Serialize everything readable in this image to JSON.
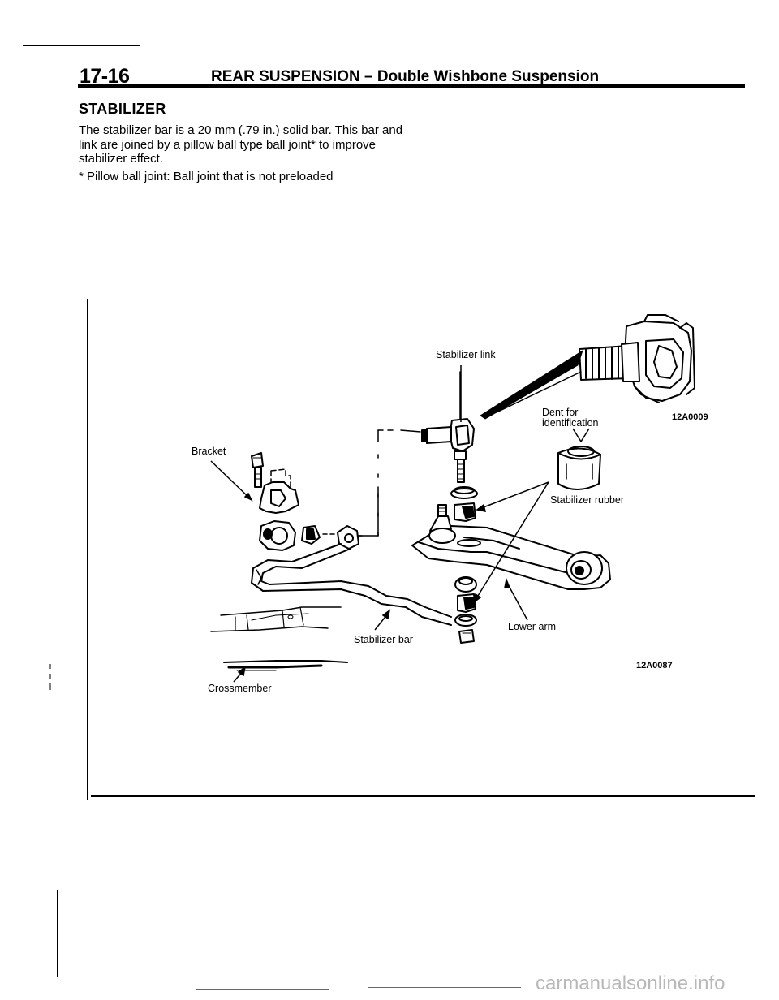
{
  "header": {
    "page_number": "17-16",
    "title": "REAR SUSPENSION – Double Wishbone Suspension"
  },
  "section": {
    "heading": "STABILIZER",
    "paragraph": "The stabilizer bar is a 20 mm (.79 in.) solid bar. This bar and link are joined by a pillow ball type ball joint* to improve stabilizer effect.",
    "footnote": "* Pillow ball joint: Ball joint that is not preloaded"
  },
  "figure": {
    "labels": {
      "stabilizer_link": "Stabilizer link",
      "dent_for_identification": "Dent for identification",
      "bracket": "Bracket",
      "stabilizer_rubber": "Stabilizer rubber",
      "lower_arm": "Lower arm",
      "stabilizer_bar": "Stabilizer bar",
      "crossmember": "Crossmember"
    },
    "codes": {
      "detail": "12A0009",
      "main": "12A0087"
    }
  },
  "footer": {
    "watermark": "carmanualsonline.info"
  }
}
